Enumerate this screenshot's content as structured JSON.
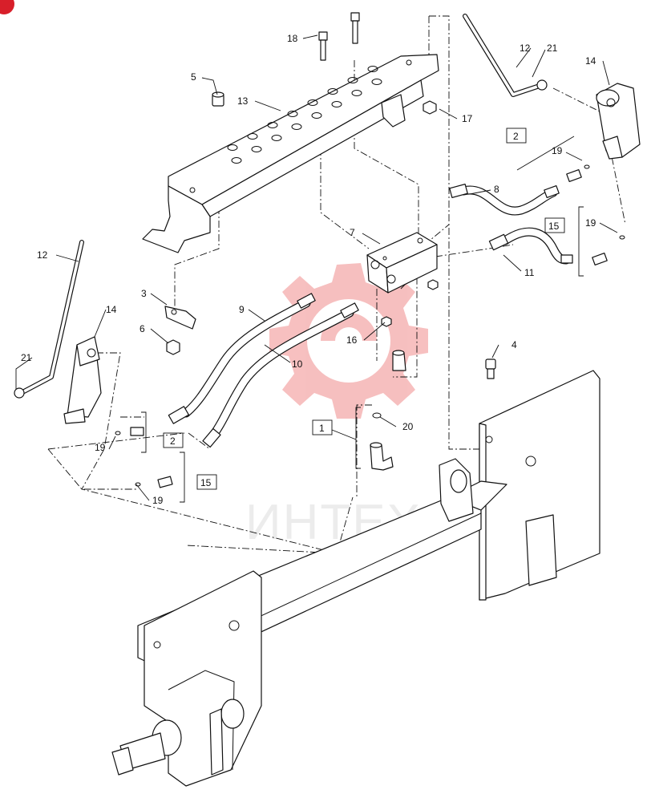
{
  "corner_badge": "",
  "watermark": {
    "text": "ИНТЕХ"
  },
  "callouts": {
    "c1": "1",
    "c2a": "2",
    "c2b": "2",
    "c3": "3",
    "c4": "4",
    "c5": "5",
    "c6": "6",
    "c7": "7",
    "c8": "8",
    "c9": "9",
    "c10": "10",
    "c11": "11",
    "c12a": "12",
    "c12b": "12",
    "c13": "13",
    "c14a": "14",
    "c14b": "14",
    "c15a": "15",
    "c15b": "15",
    "c16": "16",
    "c17": "17",
    "c18": "18",
    "c19a": "19",
    "c19b": "19",
    "c19c": "19",
    "c19d": "19",
    "c20": "20",
    "c21a": "21",
    "c21b": "21"
  }
}
